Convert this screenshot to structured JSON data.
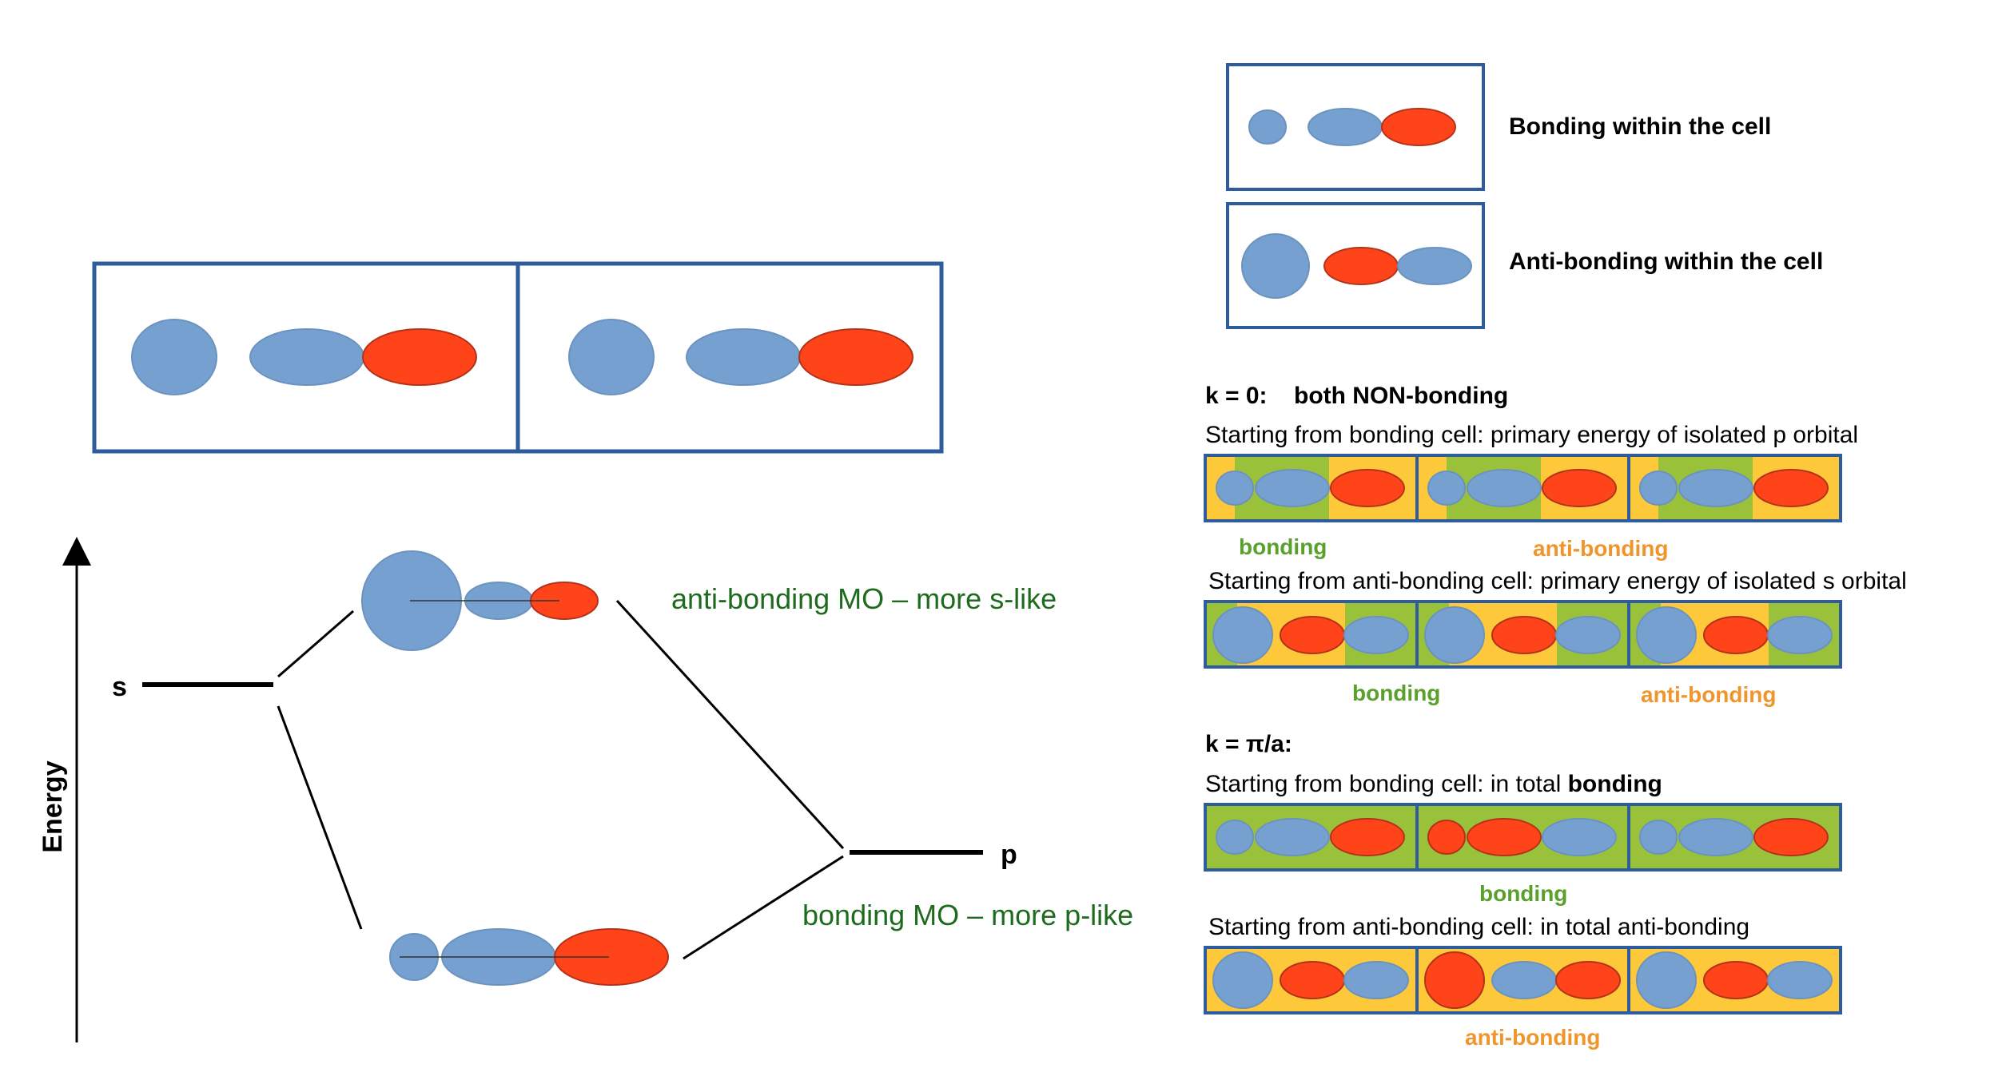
{
  "colors": {
    "frame": "#2e5c9c",
    "blue_orbital": "#76a0cf",
    "red_orbital": "#ff4419",
    "green_fill": "#99c13a",
    "yellow_fill": "#fdc83a",
    "green_text": "#1e6b1e",
    "bonding_label": "#5aa02c",
    "antibonding_label": "#f0952b"
  },
  "energy_diagram": {
    "axis_label": "Energy",
    "s_label": "s",
    "p_label": "p",
    "antibonding_mo": "anti-bonding MO – more s-like",
    "bonding_mo": "bonding MO – more p-like"
  },
  "legend": {
    "bonding": "Bonding within the cell",
    "antibonding": "Anti-bonding within the cell"
  },
  "k0": {
    "heading_k": "k = 0:",
    "heading_text": "both NON-bonding",
    "row1_caption": "Starting from bonding cell:  primary energy of isolated p orbital",
    "row1_labels": [
      "bonding",
      "anti-bonding"
    ],
    "row2_caption": "Starting from anti-bonding cell: primary energy of isolated s orbital",
    "row2_labels": [
      "bonding",
      "anti-bonding"
    ]
  },
  "kpi": {
    "heading": "k = π/a:",
    "row3_caption_prefix": "Starting from bonding cell: in total",
    "row3_caption_bold": "bonding",
    "row3_label": "bonding",
    "row4_caption": "Starting from anti-bonding cell: in total anti-bonding",
    "row4_label": "anti-bonding"
  }
}
